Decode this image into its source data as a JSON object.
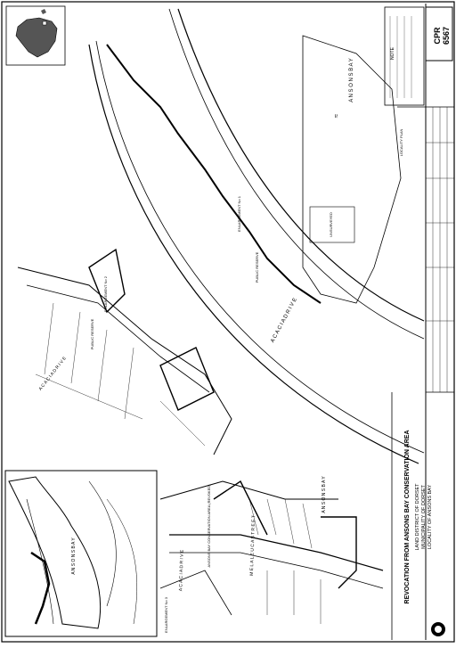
{
  "plan": {
    "main_title": "REVOCATION FROM ANSONS BAY CONSERVATION AREA",
    "land_district": "LAND DISTRICT OF DORSET",
    "municipality": "MUNICIPALITY OF DORSET",
    "locality": "LOCALITY OF ANSONS BAY",
    "plan_code": "CPR",
    "plan_number": "6567"
  },
  "labels": {
    "ansons_bay_top": "A N S O N S   B A Y",
    "acacia_drive_main": "A C A C I A   D R I V E",
    "acacia_drive_left": "A C A C I A   D R I V E",
    "acacia_drive_lower": "A C A C I A   D R I V E",
    "melaleuca_street": "M E L A L E U C A   S T R E E T",
    "ansons_bay_lower": "A N S O N S   B A Y",
    "public_reserve": "PUBLIC RESERVE",
    "conservation_area": "ANSONS BAY CONSERVATION AREA (REVOKED)",
    "unsurveyed": "UNSURVEYED",
    "enlargement_1": "ENLARGEMENT No 1",
    "enlargement_2": "ENLARGEMENT No 2",
    "enlargement_3": "ENLARGEMENT No 3",
    "locality_map": "LOCALITY PLAN",
    "notes_title": "NOTE",
    "bay_symbol": "≈"
  }
}
